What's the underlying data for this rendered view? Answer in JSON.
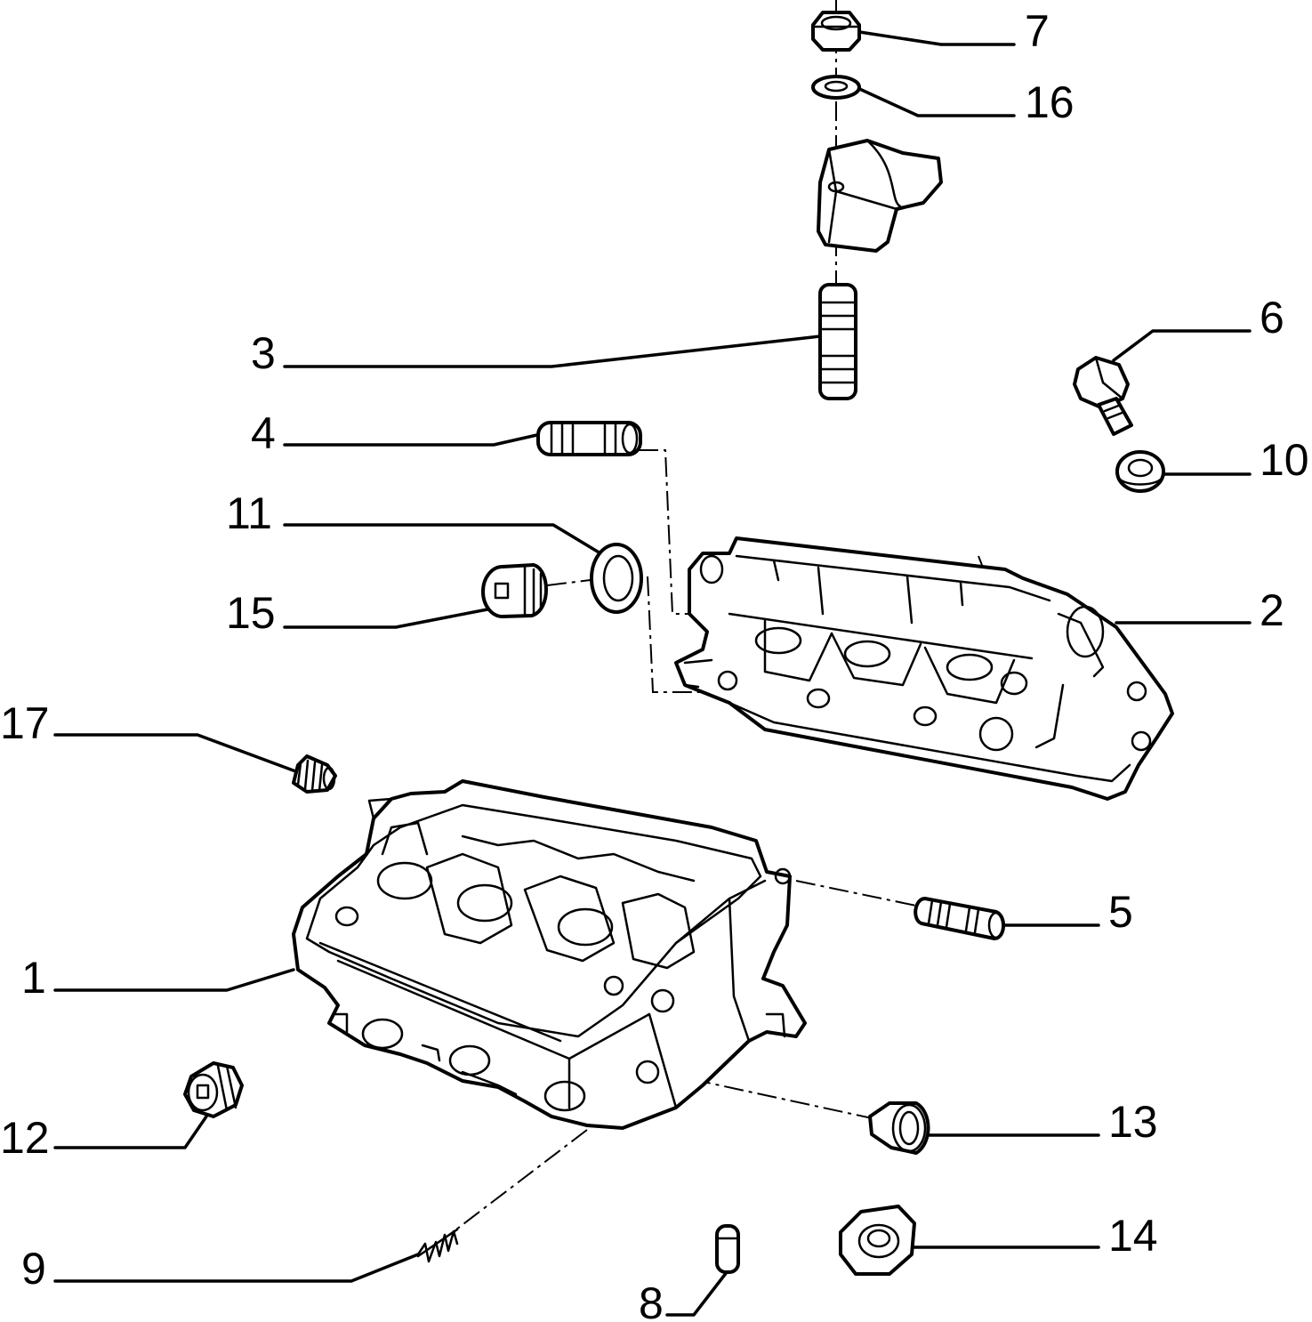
{
  "diagram": {
    "callouts": {
      "c1": "1",
      "c2": "2",
      "c3": "3",
      "c4": "4",
      "c5": "5",
      "c6": "6",
      "c7": "7",
      "c8": "8",
      "c9": "9",
      "c10": "10",
      "c11": "11",
      "c12": "12",
      "c13": "13",
      "c14": "14",
      "c15": "15",
      "c16": "16",
      "c17": "17"
    },
    "line_color": "#000000",
    "background": "#ffffff"
  }
}
